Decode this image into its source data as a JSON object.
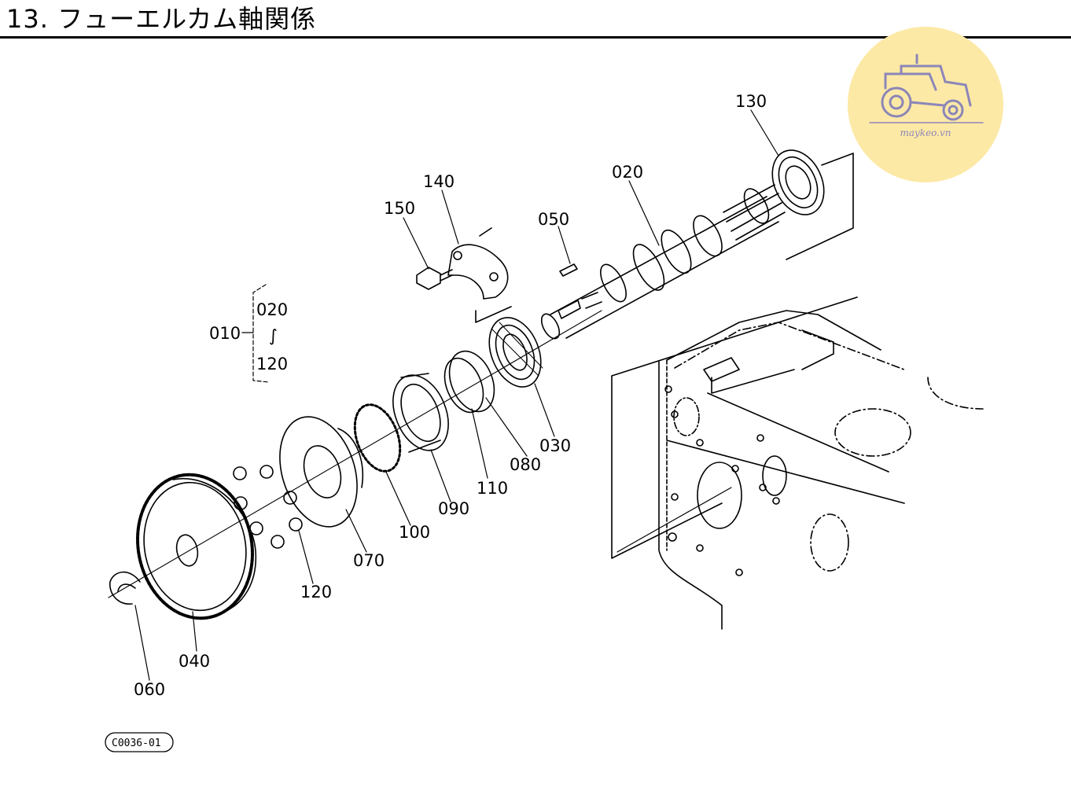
{
  "header": {
    "title": "13. フューエルカム軸関係"
  },
  "logo": {
    "text": "maykeo.vn",
    "icon": "tractor-icon",
    "color": "#fde9a6",
    "icon_color": "#8b86b8"
  },
  "diagram": {
    "figure_code": "C0036-01",
    "assembly": {
      "label": "010",
      "range_start": "020",
      "range_sep": "∫",
      "range_end": "120"
    },
    "callouts": {
      "c130": "130",
      "c140": "140",
      "c150": "150",
      "c050": "050",
      "c020": "020",
      "c030": "030",
      "c080": "080",
      "c110": "110",
      "c090": "090",
      "c100": "100",
      "c070": "070",
      "c120": "120",
      "c040": "040",
      "c060": "060"
    }
  }
}
